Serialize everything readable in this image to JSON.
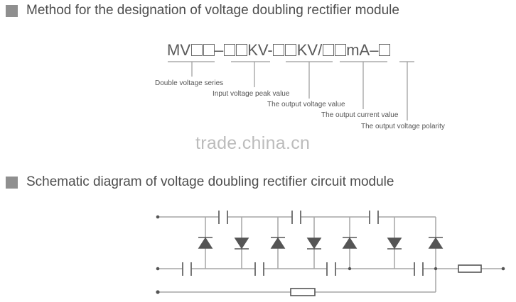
{
  "sections": [
    {
      "title": "Method for the designation of voltage doubling rectifier module"
    },
    {
      "title": "Schematic diagram of voltage doubling rectifier circuit module"
    }
  ],
  "designation": {
    "segments": [
      {
        "prefix": "MV",
        "boxes": 2,
        "suffix": "",
        "separator": "–"
      },
      {
        "prefix": "",
        "boxes": 2,
        "suffix": "KV",
        "separator": "-"
      },
      {
        "prefix": "",
        "boxes": 2,
        "suffix": "KV/",
        "separator": ""
      },
      {
        "prefix": "",
        "boxes": 2,
        "suffix": "mA",
        "separator": "–"
      },
      {
        "prefix": "",
        "boxes": 1,
        "suffix": "",
        "separator": ""
      }
    ],
    "text_parts": {
      "p1": "MV",
      "s1": "–",
      "p2": "KV-",
      "p3": "KV/",
      "p4": "mA–"
    },
    "labels": [
      "Double voltage series",
      "Input voltage peak value",
      "The output voltage value",
      "The output current value",
      "The output voltage polarity"
    ]
  },
  "watermark": "trade.china.cn",
  "schematic": {
    "components": {
      "top_capacitors": 3,
      "middle_capacitors": 4,
      "diodes": 7,
      "resistors": 2,
      "terminals": 4
    },
    "colors": {
      "wire": "#a6a6a6",
      "component": "#555555"
    }
  }
}
